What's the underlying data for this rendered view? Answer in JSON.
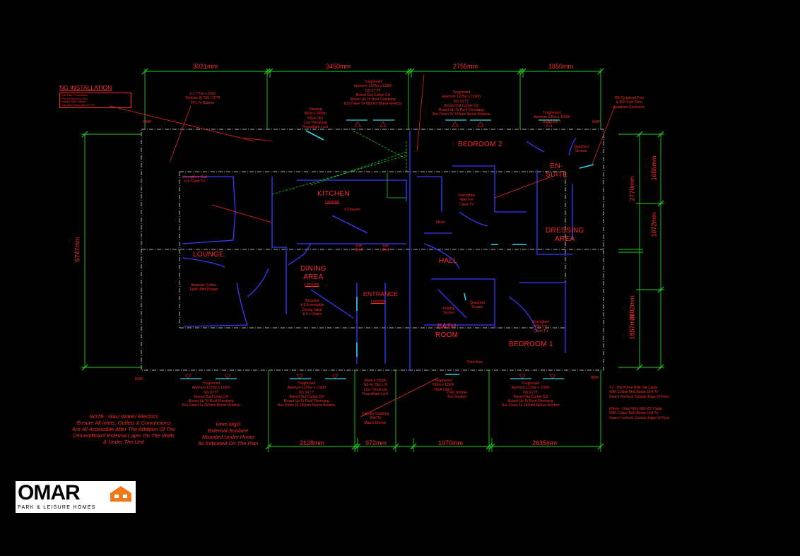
{
  "colors": {
    "wall": "#3a3aff",
    "text": "#ff2a2a",
    "dimension": "#1fd61f",
    "shelf": "#1fd61f",
    "background": "#000000"
  },
  "rooms": {
    "bedroom2": "BEDROOM 2",
    "ensuite": "EN-\nSUITE",
    "kitchen": "KITCHEN",
    "kitchen_sub": "Laminate",
    "dressing": "DRESSING\nAREA",
    "lounge": "LOUNGE",
    "dining": "DINING\nAREA",
    "dining_sub": "Laminate",
    "entrance": "ENTRANCE",
    "entrance_sub": "Laminate",
    "hall": "HALL",
    "bath": "BATH\nROOM",
    "bedroom1": "BEDROOM 1"
  },
  "dimensions": {
    "top": [
      "3021mm",
      "3450mm",
      "2755mm",
      "1850mm"
    ],
    "bottom": [
      "2128mm",
      "972mm",
      "1970mm",
      "2635mm"
    ],
    "left": "5747mm",
    "right_inner": [
      "2770mm",
      "2802mm"
    ],
    "right_outer": [
      "1655mm",
      "1072mm",
      "1857mm"
    ]
  },
  "ng": {
    "title": "NG INSTALLATION",
    "lines": [
      "Gas Boiler Connections",
      "Flue Terminal and Vent",
      "Installed Bath Ceiling",
      "Gas Meter 50mm ABOVE FLR"
    ]
  },
  "notes": {
    "gas": "NOTE : Gas/ Water/ Electrics\nEnsure All Inlets, Outlets & Connections\nAre All Accessible After The Addition Of The\nCementBoard External Layer On The Walls\n& Under The Unit",
    "mgo": "9mm MgO\nExternal Soulaire\nMounted Under Home\nAs Indicated On The Plan",
    "tv": "TV - Hard Wire With Sat Cable\nWith Coiled Tails Below Unit To\nReach Farthest Outside Edge Of Floor",
    "phone": "Phone - Hard Wire With BT Cable\nWith Coiled Tails Below Unit To\nReach Farthest Outside Edge Of Floor"
  },
  "annotations": {
    "shelves": "2 x 770w x 250d\nShelves @ 750 / 1575\nFFL To Bottom",
    "win_top_kitchen": "Toughened\nAperture 1225w x 1190h\nNS 27 TT\nBoxed Out Corbel Cill\nBoxed Up To Roof Overhang\nBox Down To 880mm Below Window",
    "win_top_bed2": "Toughened\nAperture 1225w x 1190h\nNS 10 TT\nBoxed Out Corbel Cill\nBoxed Up To Roof Overhang\nBox Down To 150mm Below Window",
    "win_top_ensuite": "Toughened\nAperture 630w x 1190h\nNS/A Obs T",
    "tray": "900 Quadrant Tray\n& 900 Twin Door\nQuadrant Enclosure",
    "patio_vent": "Opening\n900w x 2000h\nNS/A Obs\nLow Threshold\nRoundham Lock",
    "rwp": "RWP",
    "tv_wall": "Strengthen Wall\nFor Client TV",
    "lounge_note": "Bespoke Coffee\nTable With Drawer",
    "dining_note": "Bespoke\n4-6 Extendable\nDining Table\n& 4 x Chairs",
    "kitchen_note": "4 Drawers",
    "bed2_tv": "Strengthen\nWall For\nClient TV",
    "bed1_tv": "Strengthen\nWall For\nClient TV",
    "mirror": "Mirror",
    "bath_note": "Folding\nScreen",
    "quad_shower": "Quadrant\nShower",
    "quad_shower2": "Quadrant\nShower",
    "win_bot_lounge": "Toughened\nAperture 1225w x 1190h\nNS 10 TT\nBoxed Out Corbel Cill\nBoxed Up To Roof Overhang\nBox Down To 150mm Below Window",
    "win_bot_dining": "Toughened\nAperture 1225w x 1190h\nNS 10 TT\nBoxed Out Corbel Cill\nBoxed Up To Roof Overhang\nBox Down To 150mm Below Window",
    "door_entrance": "900w x 2000h\nNS 4c Obs L.B\nLow Threshold\nRoundham Lock",
    "bath_win": "Toughened\n630w x 1190h\nNS/A Obs T",
    "bath_door": "2740 Dormer\nBox Vaulted",
    "win_bot_bed1": "Toughened\nAperture 1225w x 1190h\nNS 10 TT\nBoxed Out Corbel Cill\nBoxed Up To Roof Overhang\nBox Down To 150mm Below Window",
    "canopy": "Canopy Cladding\nWith To\nMatch Dormer",
    "third_area": "Third Area",
    "eye_shelf": "Eye\nShelf",
    "eye_shelf2": "Eye\nShelf"
  },
  "logo": {
    "name": "OMAR",
    "tagline": "PARK & LEISURE HOMES"
  }
}
